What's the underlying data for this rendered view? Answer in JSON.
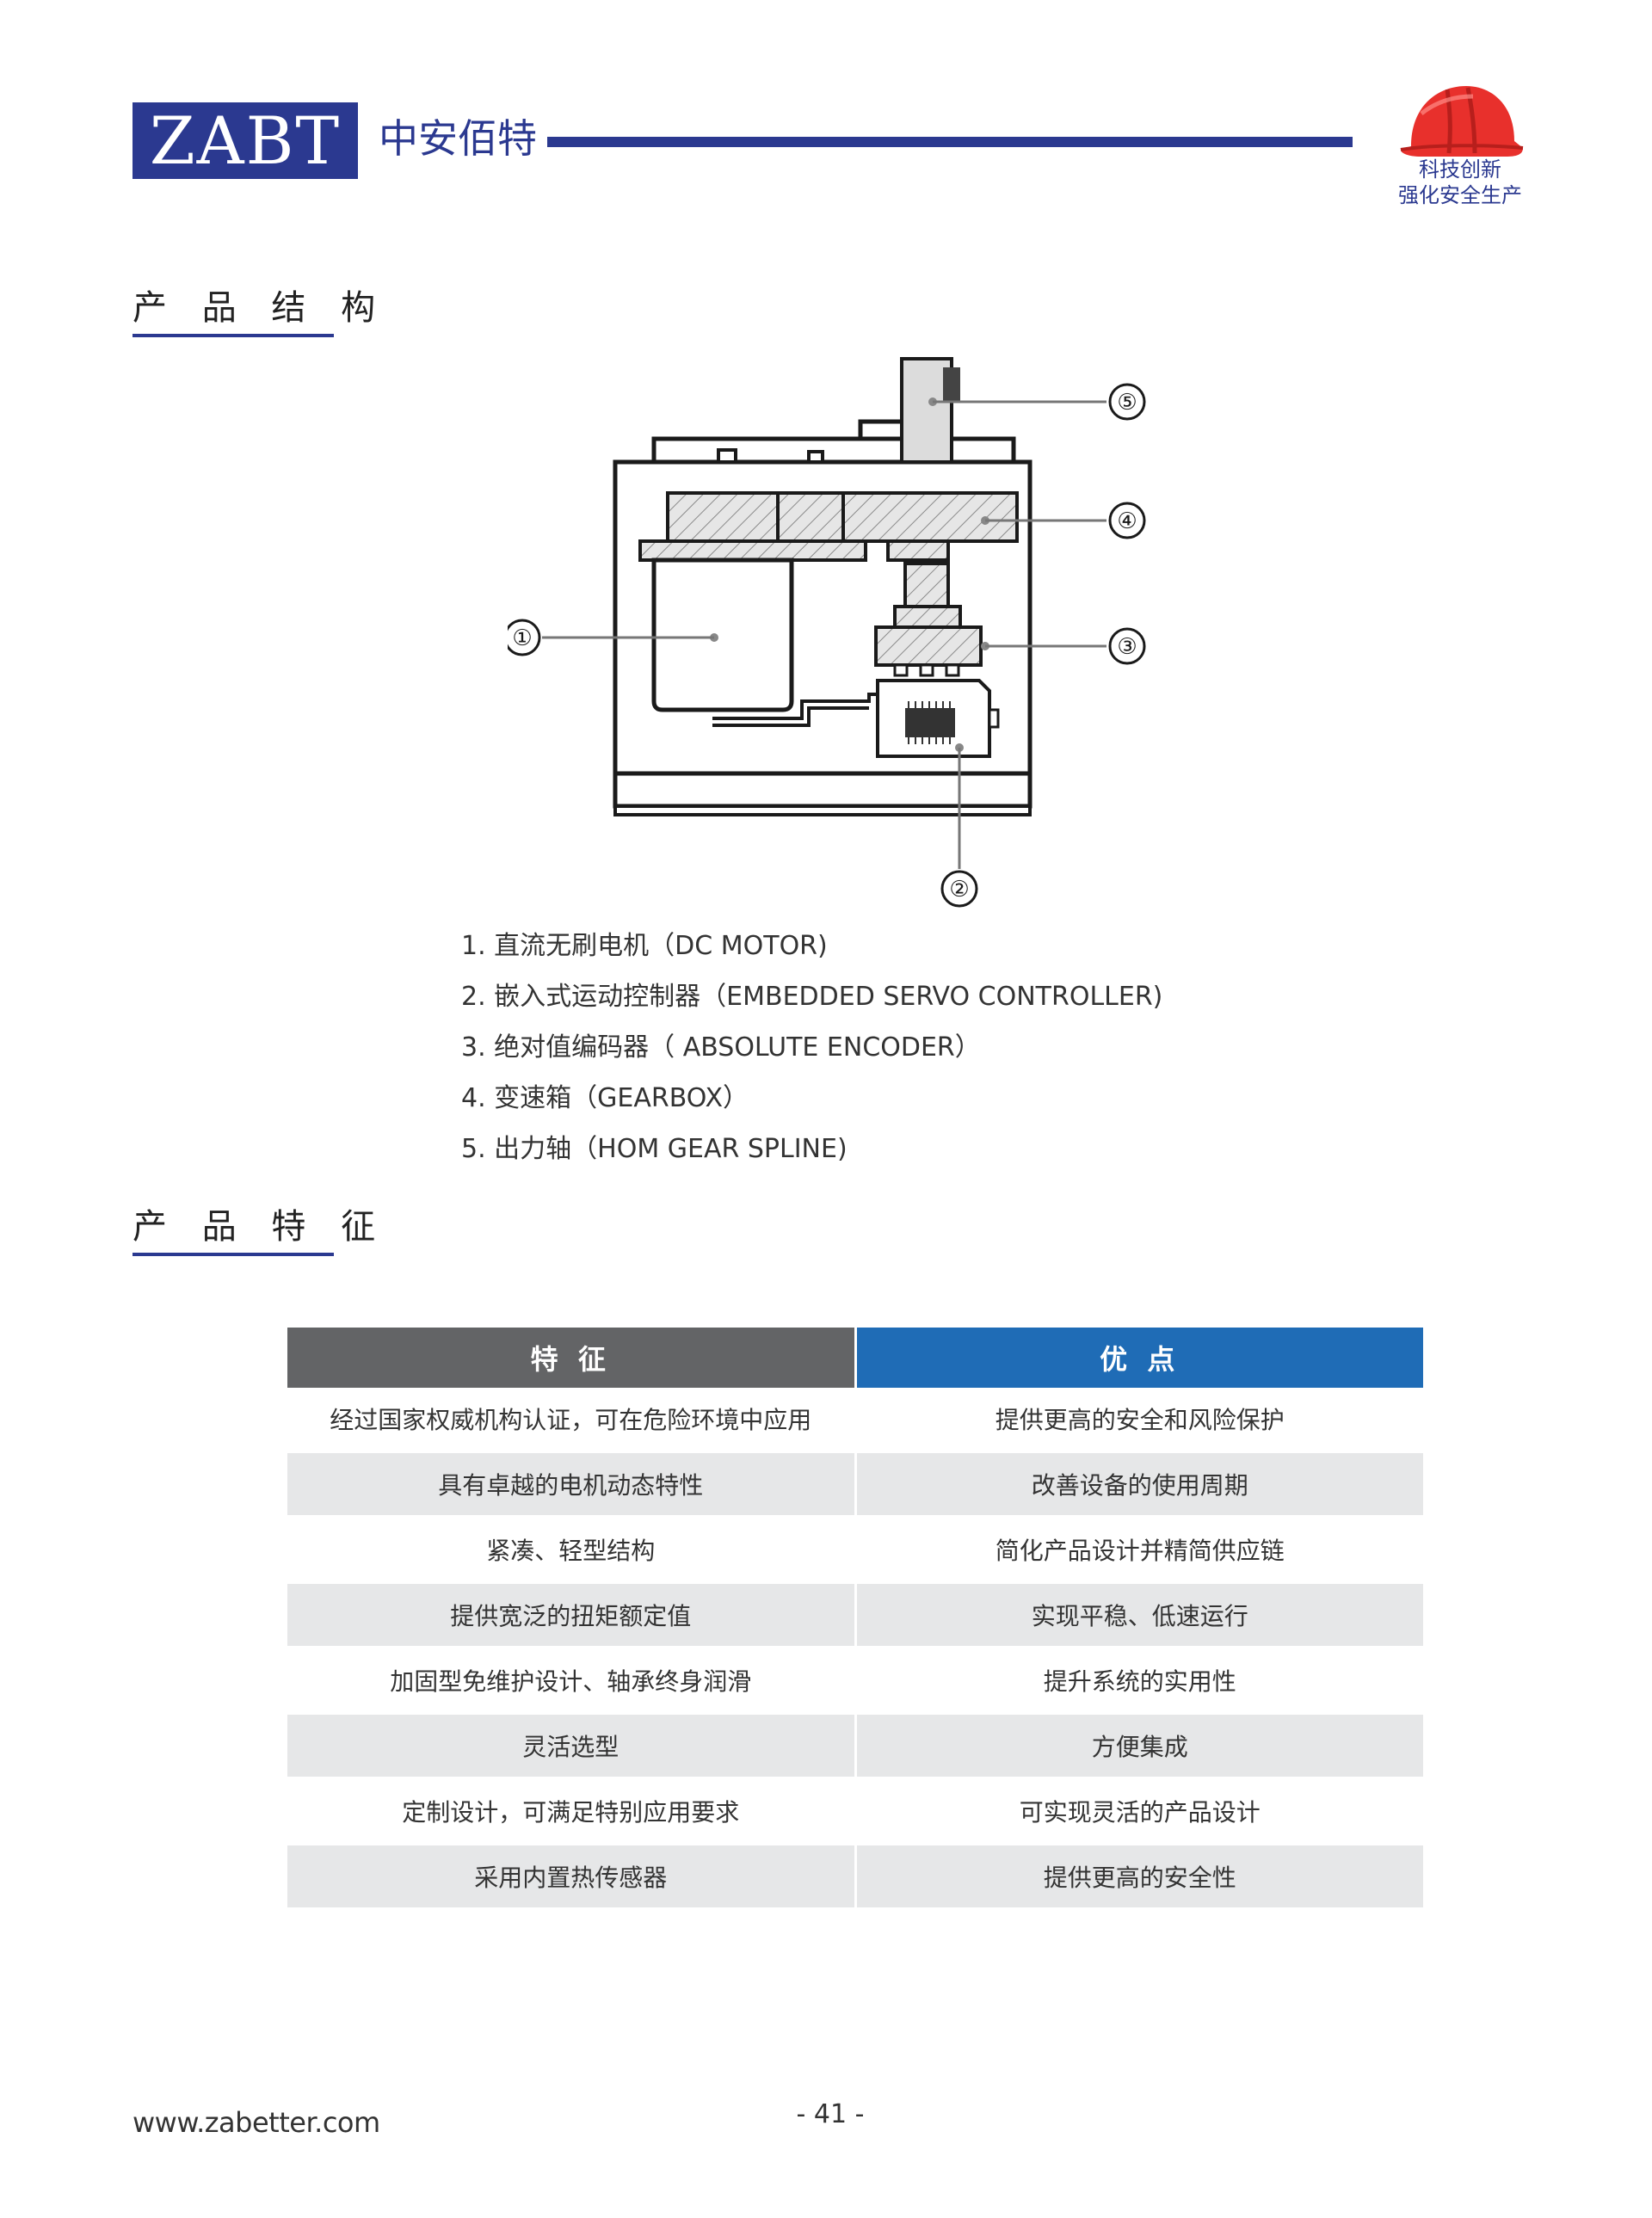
{
  "header": {
    "logo_text": "ZABT",
    "company_cn": "中安佰特",
    "slogan_line1": "科技创新",
    "slogan_line2": "强化安全生产",
    "brand_color": "#2b3990",
    "helmet_color": "#e8302c"
  },
  "sections": {
    "structure_title": "产 品 结 构",
    "features_title": "产 品 特 征"
  },
  "diagram": {
    "callouts": [
      "①",
      "②",
      "③",
      "④",
      "⑤"
    ]
  },
  "components": [
    "1. 直流无刷电机（DC MOTOR)",
    "2. 嵌入式运动控制器（EMBEDDED SERVO CONTROLLER)",
    "3. 绝对值编码器（ ABSOLUTE ENCODER）",
    "4. 变速箱（GEARBOX）",
    "5. 出力轴（HOM GEAR SPLINE)"
  ],
  "table": {
    "header_feature": "特 征",
    "header_advantage": "优 点",
    "header_feature_color": "#636466",
    "header_advantage_color": "#1f6cb6",
    "rows": [
      {
        "feature": "经过国家权威机构认证，可在危险环境中应用",
        "advantage": "提供更高的安全和风险保护"
      },
      {
        "feature": "具有卓越的电机动态特性",
        "advantage": "改善设备的使用周期"
      },
      {
        "feature": "紧凑、轻型结构",
        "advantage": "简化产品设计并精简供应链"
      },
      {
        "feature": "提供宽泛的扭矩额定值",
        "advantage": "实现平稳、低速运行"
      },
      {
        "feature": "加固型免维护设计、轴承终身润滑",
        "advantage": "提升系统的实用性"
      },
      {
        "feature": "灵活选型",
        "advantage": "方便集成"
      },
      {
        "feature": "定制设计，可满足特别应用要求",
        "advantage": "可实现灵活的产品设计"
      },
      {
        "feature": "采用内置热传感器",
        "advantage": "提供更高的安全性"
      }
    ]
  },
  "footer": {
    "website": "www.zabetter.com",
    "page_number": "- 41 -"
  }
}
